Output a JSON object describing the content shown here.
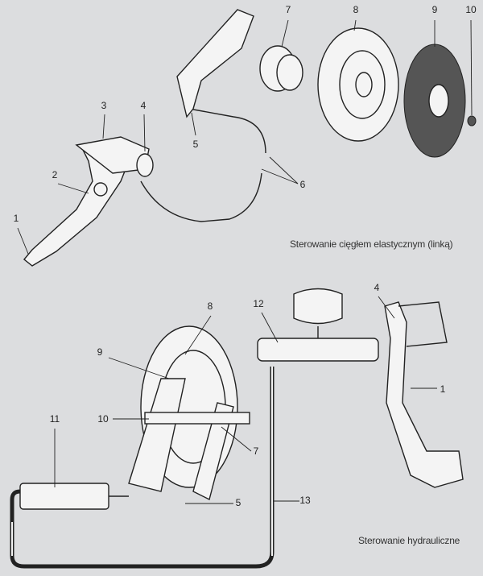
{
  "top_diagram": {
    "caption": "Sterowanie cięgłem elastycznym (linką)",
    "labels": [
      "1",
      "2",
      "3",
      "4",
      "5",
      "6",
      "7",
      "8",
      "9",
      "10"
    ]
  },
  "bottom_diagram": {
    "caption": "Sterowanie hydrauliczne",
    "labels": {
      "l4": "4",
      "l1": "1",
      "l12": "12",
      "l8": "8",
      "l9": "9",
      "l10": "10",
      "l11": "11",
      "l7": "7",
      "l5": "5",
      "l13": "13"
    }
  }
}
